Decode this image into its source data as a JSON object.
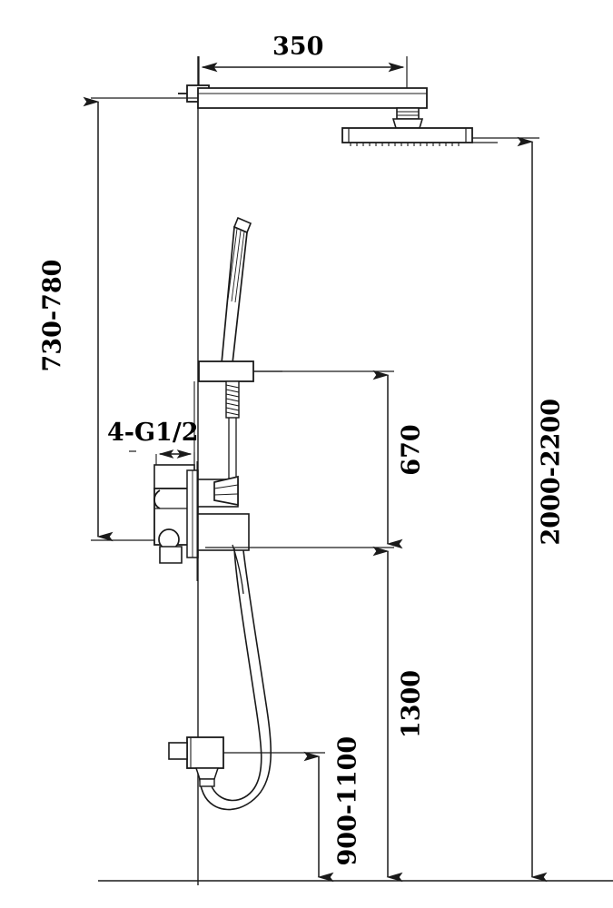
{
  "drawing": {
    "title": "Shower column technical dimension drawing",
    "units": "mm",
    "line_color": "#1a1a1a",
    "background_color": "#ffffff"
  },
  "dimensions": {
    "arm_projection": "350",
    "hand_shower_rail_height": "730-780",
    "thread_spec": "4-G1/2",
    "mixer_to_rail": "670",
    "mixer_to_floor": "1300",
    "outlet_to_floor": "900-1100",
    "overall_height": "2000-2200"
  },
  "components": {
    "wall_flange": "wall-flange",
    "shower_arm": "shower-arm",
    "rain_shower_head": "rain-shower-head",
    "hand_shower_wand": "hand-shower-wand",
    "holder_bracket": "holder-bracket",
    "shower_hose": "shower-hose",
    "mixer_valve": "mixer-valve",
    "mixer_handle": "mixer-handle",
    "diverter_knob": "diverter-knob",
    "wall_outlet_elbow": "wall-outlet-elbow",
    "floor_line": "floor-line",
    "wall_line": "wall-line"
  }
}
